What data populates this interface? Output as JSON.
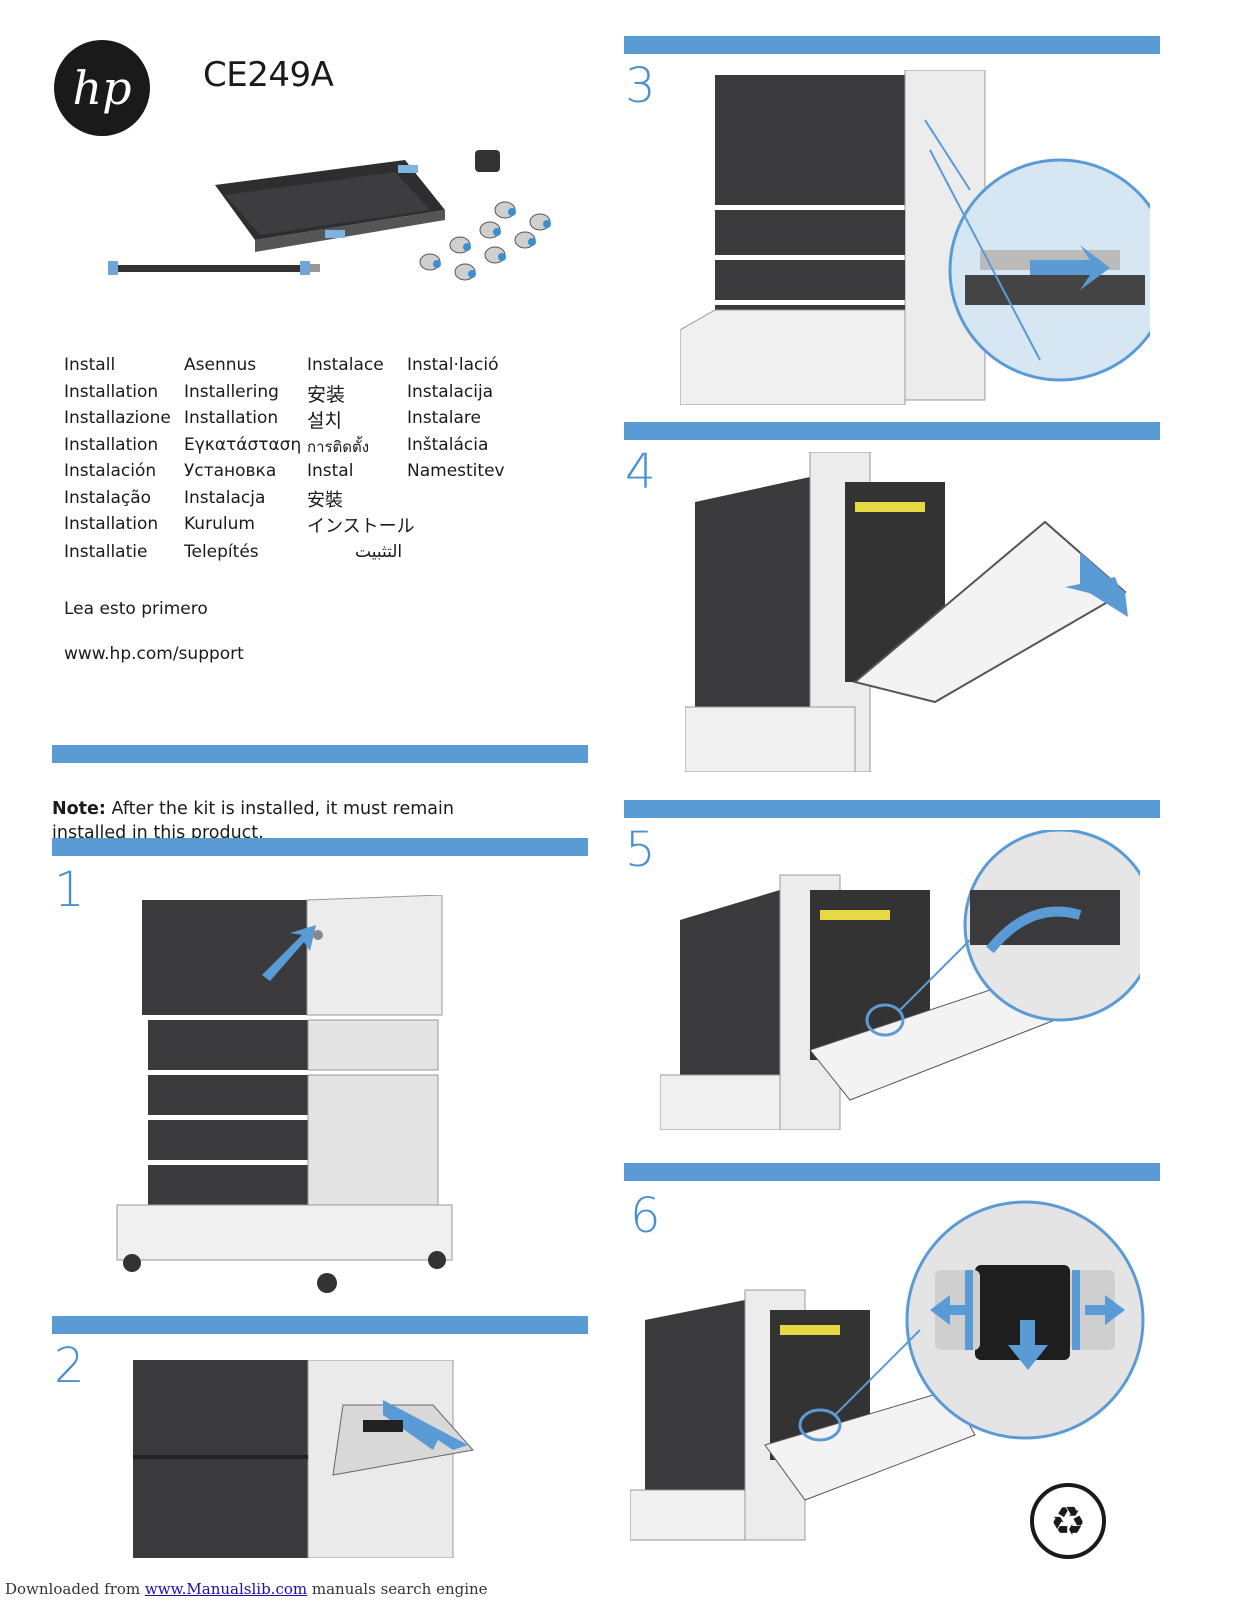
{
  "header": {
    "product_code": "CE249A",
    "logo_text": "hp"
  },
  "install_labels": {
    "col1": [
      "Install",
      "Installation",
      "Installazione",
      "Installation",
      "Instalación",
      "Instalação",
      "Installation",
      "Installatie"
    ],
    "col2": [
      "Asennus",
      "Installering",
      "Installation",
      "Εγκατάσταση",
      "Установка",
      "Instalacja",
      "Kurulum",
      "Telepítés"
    ],
    "col3": [
      "Instalace",
      "安装",
      "설치",
      "การติดตั้ง",
      "Instal",
      "安裝",
      "インストール",
      "التثبيت"
    ],
    "col4": [
      "Instal·lació",
      "Instalacija",
      "Instalare",
      "Inštalácia",
      "Namestitev"
    ]
  },
  "read_first": "Lea esto primero",
  "support_url": "www.hp.com/support",
  "note": {
    "label": "Note:",
    "text": " After the kit is installed, it must remain installed in this product."
  },
  "steps": [
    "1",
    "2",
    "3",
    "4",
    "5",
    "6"
  ],
  "footer": {
    "prefix": "Downloaded from ",
    "link": "www.Manualslib.com",
    "suffix": " manuals search engine"
  },
  "colors": {
    "accent": "#5b9bd5",
    "step_number": "#4a90d0",
    "printer_dark": "#3a3a3c",
    "printer_light": "#e9e9e9"
  },
  "icons": [
    "hp-logo",
    "recycle-icon"
  ]
}
